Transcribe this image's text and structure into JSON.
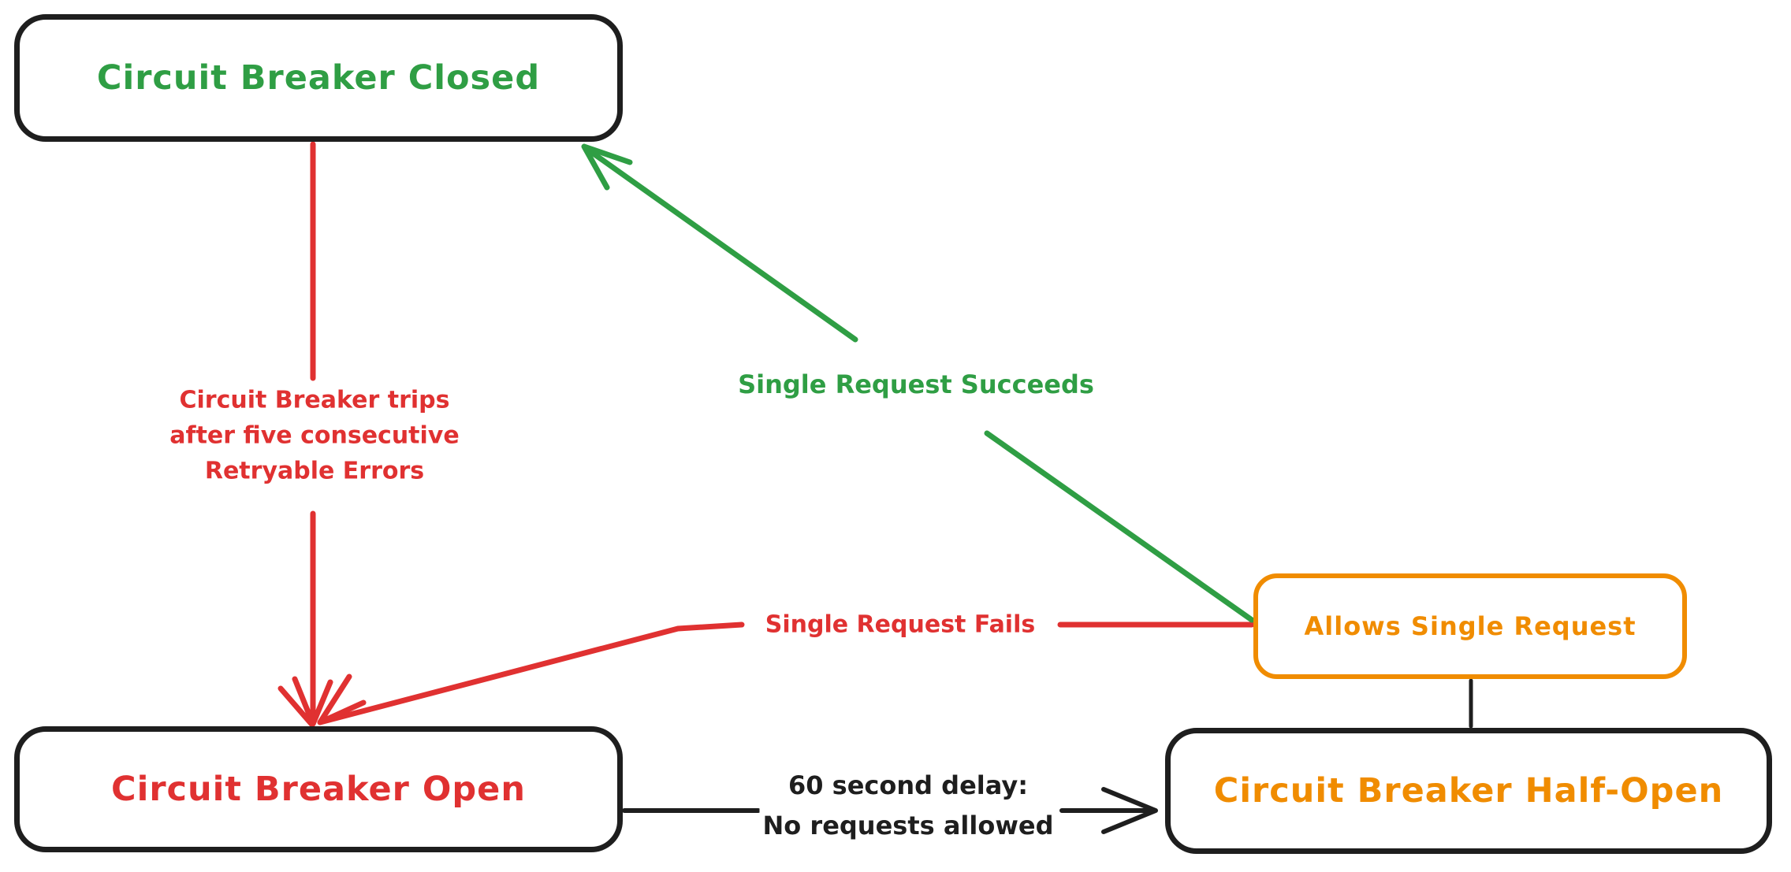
{
  "title": "Circuit breaker state diagram",
  "colors": {
    "black": "#1e1e1e",
    "red": "#e03131",
    "green": "#2f9e44",
    "orange": "#f08c00",
    "background": "#ffffff"
  },
  "nodes": {
    "closed": {
      "label": "Circuit Breaker Closed",
      "text_color": "#2f9e44",
      "border_color": "#1e1e1e"
    },
    "open": {
      "label": "Circuit Breaker Open",
      "text_color": "#e03131",
      "border_color": "#1e1e1e"
    },
    "half_open": {
      "label": "Circuit Breaker Half-Open",
      "text_color": "#f08c00",
      "border_color": "#1e1e1e"
    },
    "allows": {
      "label": "Allows Single Request",
      "text_color": "#f08c00",
      "border_color": "#f08c00"
    }
  },
  "edges": {
    "trips": {
      "label": "Circuit Breaker trips\nafter five consecutive\nRetryable Errors",
      "color": "#e03131",
      "from": "closed",
      "to": "open"
    },
    "succeeds": {
      "label": "Single Request Succeeds",
      "color": "#2f9e44",
      "from": "allows",
      "to": "closed"
    },
    "fails": {
      "label": "Single Request Fails",
      "color": "#e03131",
      "from": "allows",
      "to": "open"
    },
    "delay": {
      "label": "60 second delay:\nNo requests allowed",
      "color": "#1e1e1e",
      "from": "open",
      "to": "half_open"
    },
    "connector": {
      "label": "",
      "color": "#1e1e1e",
      "from": "allows",
      "to": "half_open"
    }
  }
}
